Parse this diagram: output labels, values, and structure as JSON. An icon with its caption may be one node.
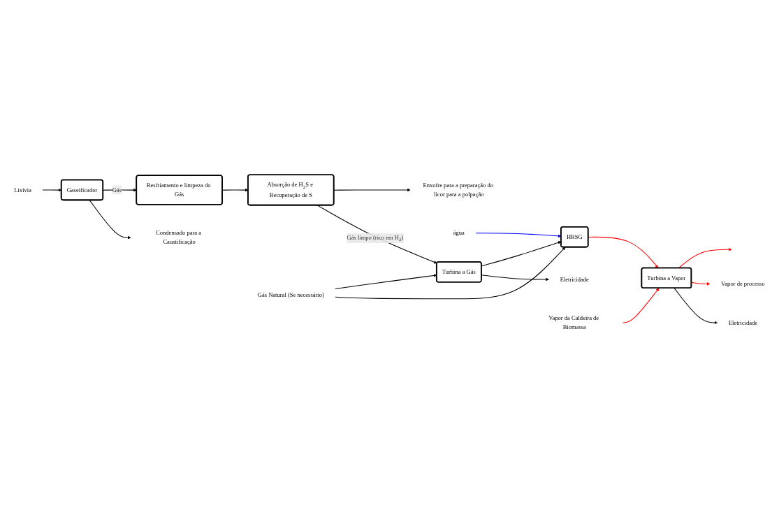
{
  "diagram": {
    "nodes": [
      {
        "text": [
          "Turbina a Gás"
        ]
      },
      {
        "text": [
          "HRSG"
        ]
      },
      {
        "text": [
          "Turbina a Vapor"
        ]
      },
      {
        "text": [
          "Gaseificador"
        ]
      },
      {
        "text": [
          "Resfriamento e limpeza do Gás"
        ]
      },
      {
        "text": [
          "Absorção de H$_{2}$S e Recuperação de S"
        ]
      },
      {
        "text": [
          "Eletricidade"
        ]
      },
      {
        "text": [
          "Eletricidade"
        ]
      },
      {
        "text": [
          "Vapor da Caldeira de Biomassa"
        ]
      },
      {
        "text": [
          "água"
        ]
      },
      {
        "text": [
          "Vapor de processo"
        ]
      },
      {
        "text": [
          "Gás Natural (Se necessário)"
        ]
      },
      {
        "text": [
          "Lixívia"
        ]
      },
      {
        "text": [
          "Condensado para a Caustificação"
        ]
      },
      {
        "text": [
          "Enxofre para a preparação do licor para a polpação"
        ]
      }
    ],
    "edges": [
      {
        "from": 0,
        "to": 6,
        "arrow": "to"
      },
      {
        "from": 0,
        "to": 1,
        "arrow": "to"
      },
      {
        "from": 9,
        "to": 1,
        "arrow": "to",
        "color": "#0000ff"
      },
      {
        "from": 8,
        "to": 2,
        "arrow": "to",
        "color": "#ff0000"
      },
      {
        "from": 1,
        "to": 2,
        "arrow": "to",
        "color": "#ff0000"
      },
      {
        "from": 2,
        "to": 7,
        "arrow": "to"
      },
      {
        "from": 2,
        "to": 10,
        "arrow": "to",
        "color": "#ff0000"
      },
      {
        "from": 2,
        "to": null,
        "arrow": "to",
        "color": "#ff0000"
      },
      {
        "from": 11,
        "to": 1,
        "arrow": "to"
      },
      {
        "from": 11,
        "to": 0,
        "arrow": "to"
      },
      {
        "from": 5,
        "to": 0,
        "label": "Gás limpo (rico em H$_{2}$)",
        "arrow": "to"
      },
      {
        "from": 12,
        "to": 3,
        "arrow": "to"
      },
      {
        "from": 3,
        "to": 13,
        "arrow": "to"
      },
      {
        "from": 3,
        "to": 4,
        "label": "Gás",
        "arrow": "to"
      },
      {
        "from": 4,
        "to": 5,
        "arrow": "to"
      },
      {
        "from": 5,
        "to": 14,
        "arrow": "to"
      }
    ]
  }
}
